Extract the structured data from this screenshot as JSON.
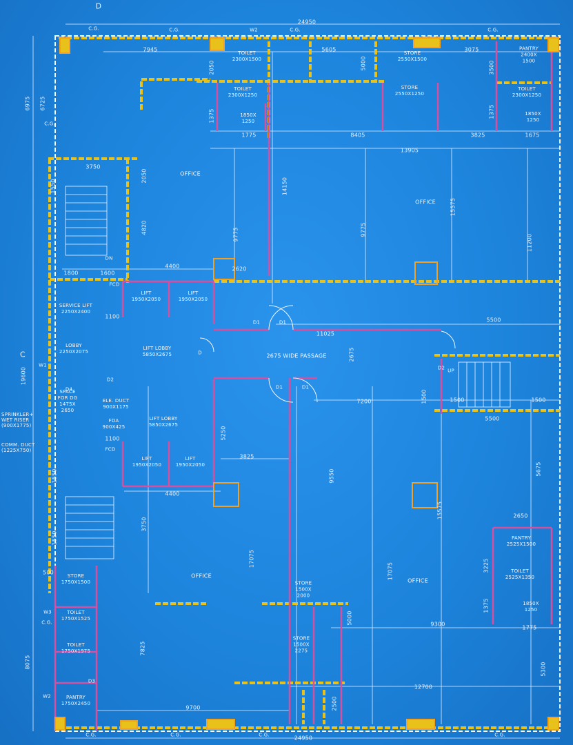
{
  "plan": {
    "section_markers": {
      "top": "D",
      "left": "C"
    },
    "dims_outer": {
      "top": "24950",
      "bottom": "24950",
      "left_top": "6975",
      "left_mid": "19600",
      "left_bottom": "8075",
      "top_left_seg": "6725"
    },
    "grid_label": "C.G.",
    "window_labels": [
      "W2",
      "W3",
      "W1",
      "W2"
    ],
    "rooms": {
      "office_tl": "OFFICE",
      "office_tr": "OFFICE",
      "office_bl": "OFFICE",
      "office_br": "OFFICE",
      "toilet_a": "TOILET\n2300X1500",
      "toilet_b": "TOILET\n2300X1250",
      "toilet_c": "1850X\n1250",
      "store_top": "STORE\n2550X1500",
      "store_top2": "STORE\n2550X1250",
      "pantry_tr": "PANTRY\n2400X\n1500",
      "toilet_tr": "TOILET\n2300X1250",
      "toilet_tr2": "1850X\n1250",
      "service_lift": "SERVICE LIFT\n2250X2400",
      "lobby_left": "LOBBY\n2250X2075",
      "space_dg": "SPACE\nFOR DG\n1475X\n2650",
      "lift1": "LIFT\n1950X2050",
      "lift2": "LIFT\n1950X2050",
      "lift3": "LIFT\n1950X2050",
      "lift4": "LIFT\n1950X2050",
      "lift_lobby_top": "LIFT LOBBY\n5850X2675",
      "lift_lobby_bot": "LIFT LOBBY\n5850X2675",
      "ele_duct": "ELE. DUCT\n900X1175",
      "fda": "FDA\n900X425",
      "passage": "2675 WIDE PASSAGE",
      "pantry_r": "PANTRY\n2525X1500",
      "toilet_r": "TOILET\n2525X1350",
      "toilet_r2": "1850X\n1250",
      "store_mid": "STORE\n1500X\n2000",
      "store_mid2": "STORE\n1500X\n2275",
      "store_bl": "STORE\n1750X1500",
      "toilet_bl1": "TOILET\n1750X1525",
      "toilet_bl2": "TOILET\n1750X1975",
      "pantry_bl": "PANTRY\n1750X2450"
    },
    "side_notes": {
      "sprinkler": "SPRINKLER+\nWET RISER\n(900X1775)",
      "comm_duct": "COMM. DUCT\n(1225X750)"
    },
    "dims": {
      "d7945": "7945",
      "d5605": "5605",
      "d3075": "3075",
      "d2050": "2050",
      "d5000": "5000",
      "d3500": "3500",
      "d1375a": "1375",
      "d1375b": "1375",
      "d1775a": "1775",
      "d8405": "8405",
      "d3825a": "3825",
      "d1675": "1675",
      "d13905": "13905",
      "d3750top": "3750",
      "d14150": "14150",
      "d9775a": "9775",
      "d9775b": "9775",
      "d15575a": "15575",
      "d11200": "11200",
      "d1550a": "1550",
      "d4820": "4820",
      "d2050b": "2050",
      "d4400a": "4400",
      "d2620": "2620",
      "d1800": "1800",
      "d1600": "1600",
      "d1100a": "1100",
      "d1100b": "1100",
      "d11025": "11025",
      "d5500a": "5500",
      "d5500b": "5500",
      "d2675": "2675",
      "d1500a": "1500",
      "d1500b": "1500",
      "d1500c": "1500",
      "d7200": "7200",
      "d5250": "5250",
      "d3825b": "3825",
      "d4400b": "4400",
      "d3750": "3750",
      "d1550b": "1550",
      "d1550c": "1550",
      "d9550": "9550",
      "d17075a": "17075",
      "d17075b": "17075",
      "d15575b": "15575",
      "d5675": "5675",
      "d2650": "2650",
      "d3225": "3225",
      "d9300": "9300",
      "d1775b": "1775",
      "d1375c": "1375",
      "d7825": "7825",
      "d5000b": "5000",
      "d2500": "2500",
      "d12700": "12700",
      "d9700": "9700",
      "d5300": "5300",
      "d500": "500"
    },
    "doors": [
      "D1",
      "D1",
      "D1",
      "D1",
      "D2",
      "D2",
      "D3",
      "D4",
      "FCD",
      "FCD",
      "D",
      "UP",
      "DN"
    ]
  }
}
